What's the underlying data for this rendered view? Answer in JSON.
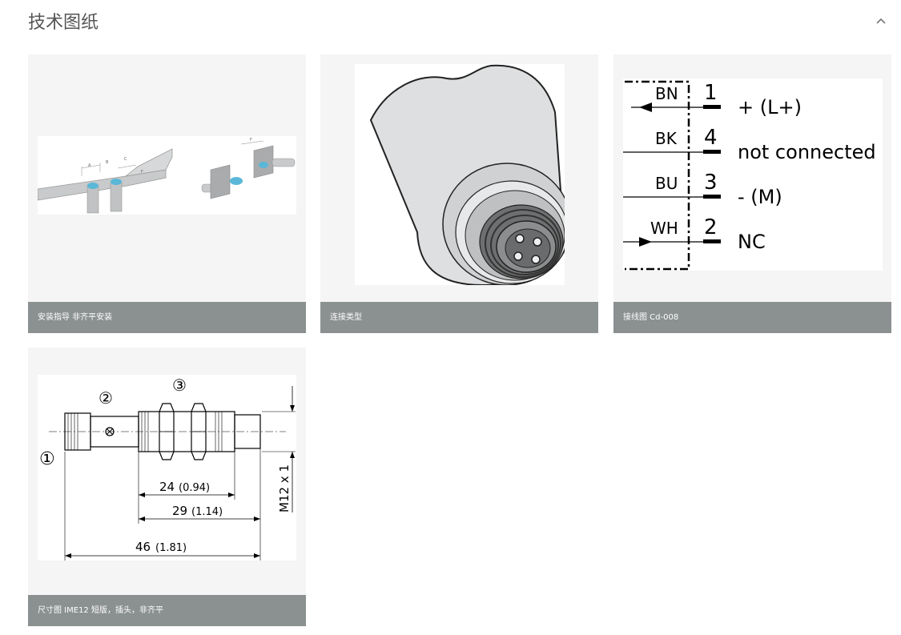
{
  "section": {
    "title": "技术图纸",
    "collapse_icon": "chevron-up-icon"
  },
  "cards": [
    {
      "caption": "安装指导 非齐平安装"
    },
    {
      "caption": "连接类型"
    },
    {
      "caption": "接线图 Cd-008",
      "wiring": [
        {
          "color": "BN",
          "pin": "1",
          "label": "+ (L+)"
        },
        {
          "color": "BK",
          "pin": "4",
          "label": "not connected"
        },
        {
          "color": "BU",
          "pin": "3",
          "label": "- (M)"
        },
        {
          "color": "WH",
          "pin": "2",
          "label": "NC"
        }
      ]
    },
    {
      "caption": "尺寸图 IME12 短版，插头，非齐平",
      "dims": {
        "d1_mm": "24",
        "d1_in": "(0.94)",
        "d2_mm": "29",
        "d2_in": "(1.14)",
        "d3_mm": "46",
        "d3_in": "(1.81)",
        "thread": "M12 x 1",
        "callout1": "①",
        "callout2": "②",
        "callout3": "③"
      }
    }
  ]
}
